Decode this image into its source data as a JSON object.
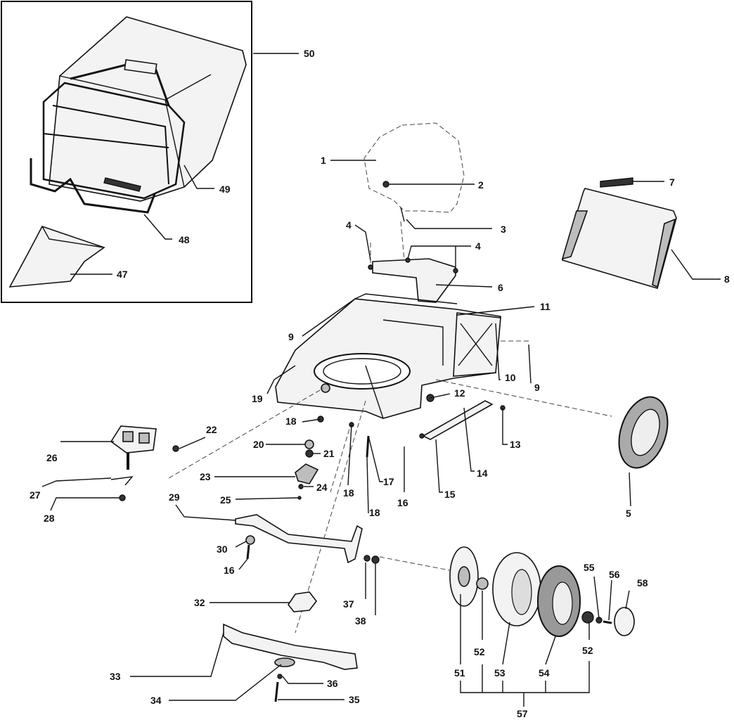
{
  "diagram": {
    "type": "exploded-parts-diagram",
    "part_labels": [
      "1",
      "2",
      "3",
      "4",
      "4",
      "5",
      "6",
      "7",
      "8",
      "9",
      "9",
      "10",
      "11",
      "12",
      "13",
      "14",
      "15",
      "16",
      "16",
      "17",
      "18",
      "18",
      "18",
      "19",
      "20",
      "21",
      "22",
      "23",
      "24",
      "25",
      "26",
      "27",
      "28",
      "29",
      "30",
      "32",
      "33",
      "34",
      "35",
      "36",
      "37",
      "38",
      "47",
      "48",
      "49",
      "50",
      "51",
      "52",
      "52",
      "53",
      "54",
      "55",
      "56",
      "57",
      "58"
    ]
  }
}
